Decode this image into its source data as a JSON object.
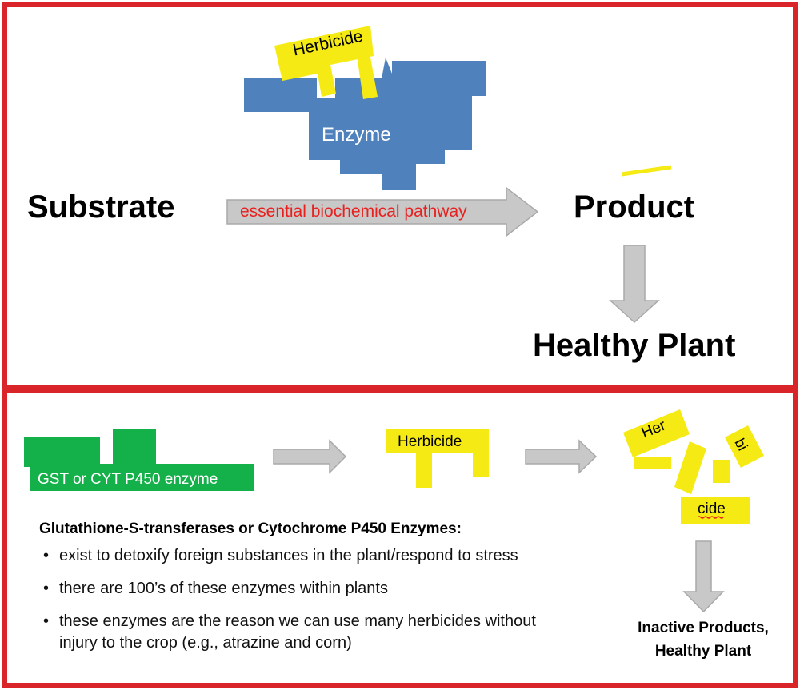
{
  "top": {
    "substrate": "Substrate",
    "product": "Product",
    "healthy_plant": "Healthy Plant",
    "pathway_label": "essential biochemical pathway",
    "enzyme_label": "Enzyme",
    "herbicide_label": "Herbicide"
  },
  "bottom": {
    "enzyme_label": "GST or CYT P450 enzyme",
    "herbicide_label": "Herbicide",
    "fragments": [
      "Her",
      "bi",
      "cide"
    ],
    "heading": "Glutathione-S-transferases or Cytochrome P450 Enzymes:",
    "bullets": [
      "exist to detoxify foreign substances in the plant/respond to stress",
      "there are 100’s of these enzymes within plants",
      "these enzymes are the reason we can use many herbicides without injury to the crop (e.g., atrazine and corn)"
    ],
    "result": [
      "Inactive Products,",
      "Healthy Plant"
    ]
  },
  "colors": {
    "border": "#d9242a",
    "enzyme_blue": "#4f81bd",
    "herbicide_yellow": "#f5ea14",
    "gst_green": "#14b04a",
    "arrow_gray": "#c8c8c8",
    "pathway_red": "#e8201e"
  }
}
